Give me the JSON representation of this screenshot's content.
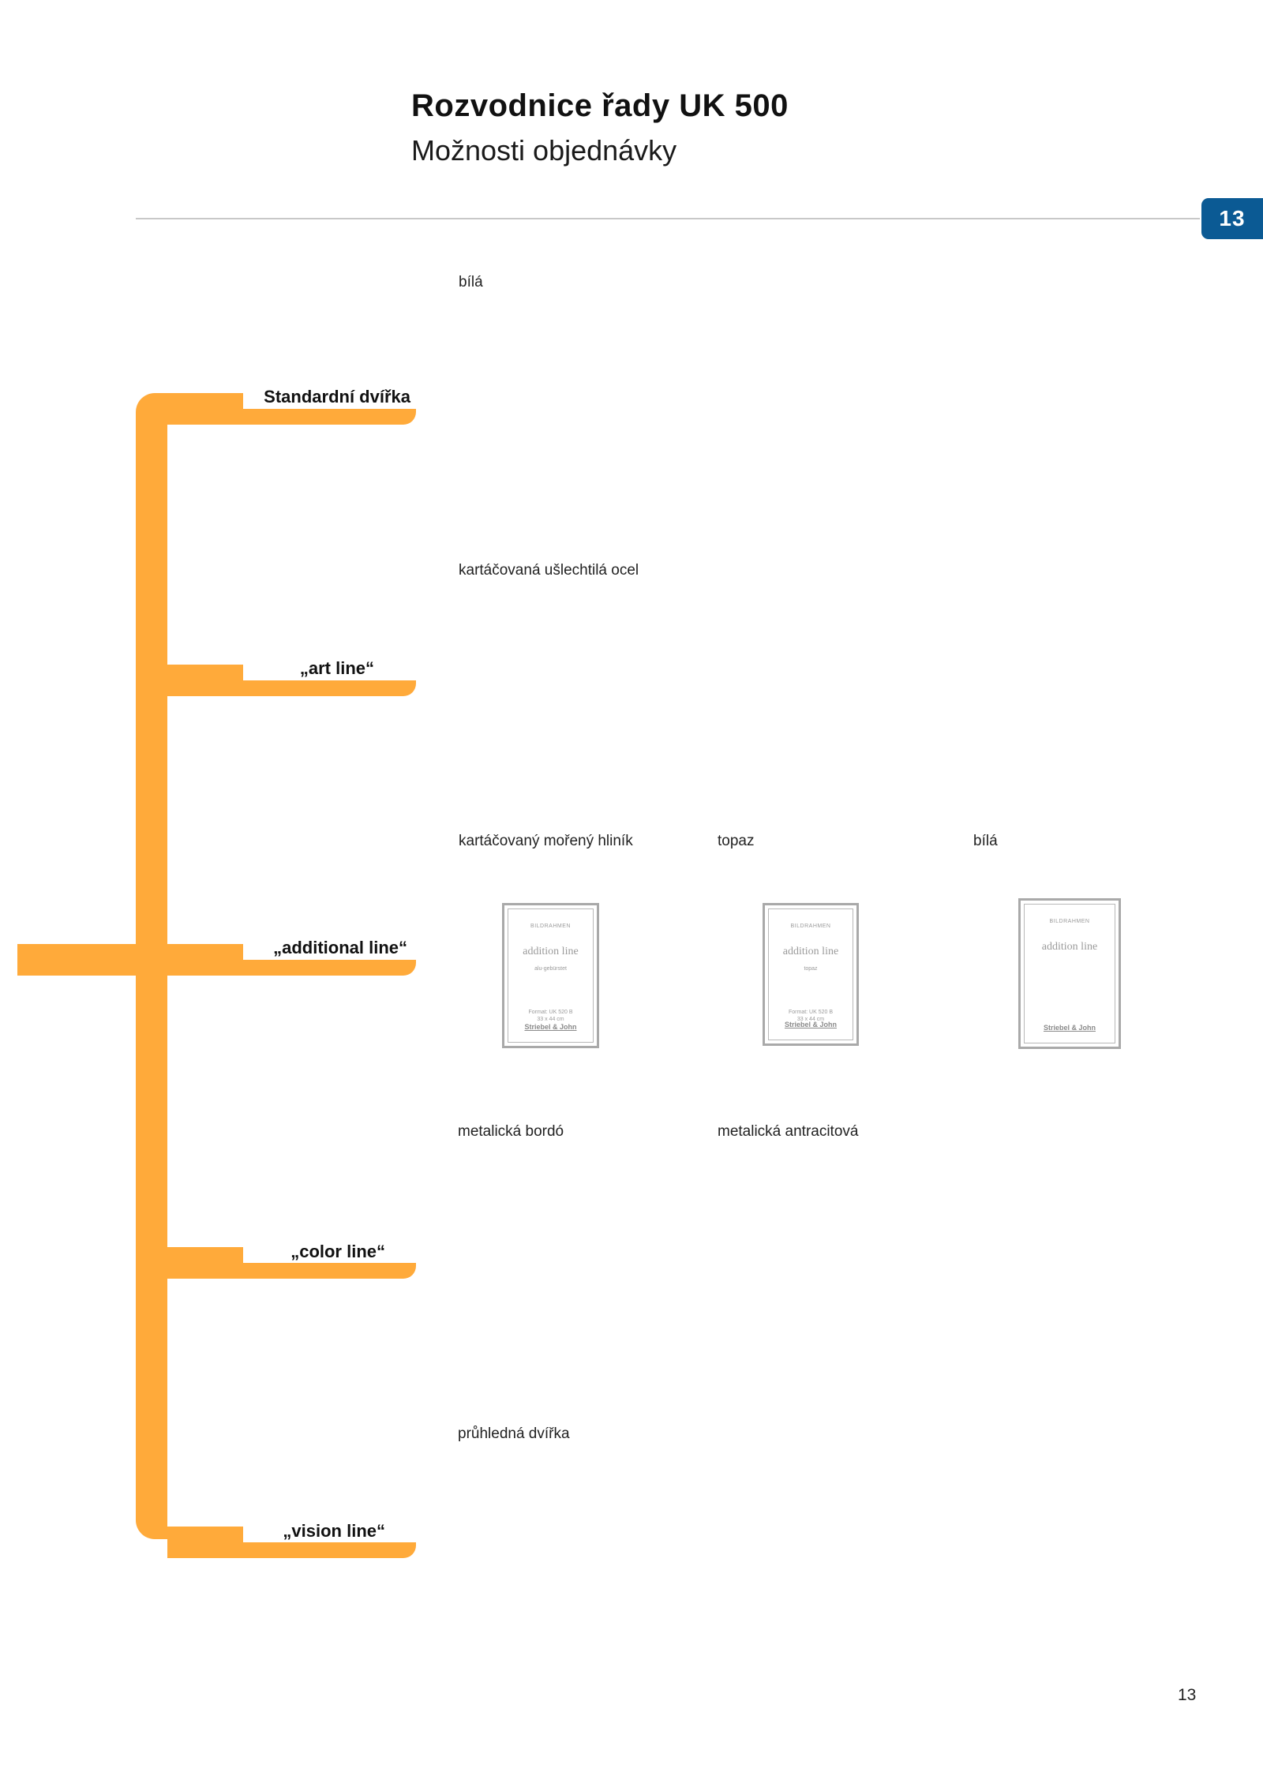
{
  "header": {
    "title": "Rozvodnice řady UK 500",
    "subtitle": "Možnosti objednávky",
    "page_tab": "13"
  },
  "colors": {
    "accent": "#FFAA3A",
    "tab": "#0B5A94"
  },
  "tree": {
    "branches": [
      {
        "label": "Standardní dvířka"
      },
      {
        "label": "„art line“"
      },
      {
        "label": "„additional line“"
      },
      {
        "label": "„color line“"
      },
      {
        "label": "„vision line“"
      }
    ]
  },
  "options": {
    "standard": [
      "bílá"
    ],
    "art": [
      "kartáčovaná ušlechtilá ocel"
    ],
    "additional": [
      "kartáčovaný mořený hliník",
      "topaz",
      "bílá"
    ],
    "color": [
      "metalická bordó",
      "metalická antracitová"
    ],
    "vision": [
      "průhledná dvířka"
    ]
  },
  "frames": [
    {
      "head": "BILDRAHMEN",
      "name": "addition line",
      "sub": "alu-gebürstet",
      "format": "Format: UK 520 B",
      "size": "33 x 44 cm",
      "logo": "Striebel & John"
    },
    {
      "head": "BILDRAHMEN",
      "name": "addition line",
      "sub": "topaz",
      "format": "Format: UK 520 B",
      "size": "33 x 44 cm",
      "logo": "Striebel & John"
    },
    {
      "head": "BILDRAHMEN",
      "name": "addition line",
      "logo": "Striebel & John"
    }
  ],
  "footer": {
    "page_number": "13"
  }
}
